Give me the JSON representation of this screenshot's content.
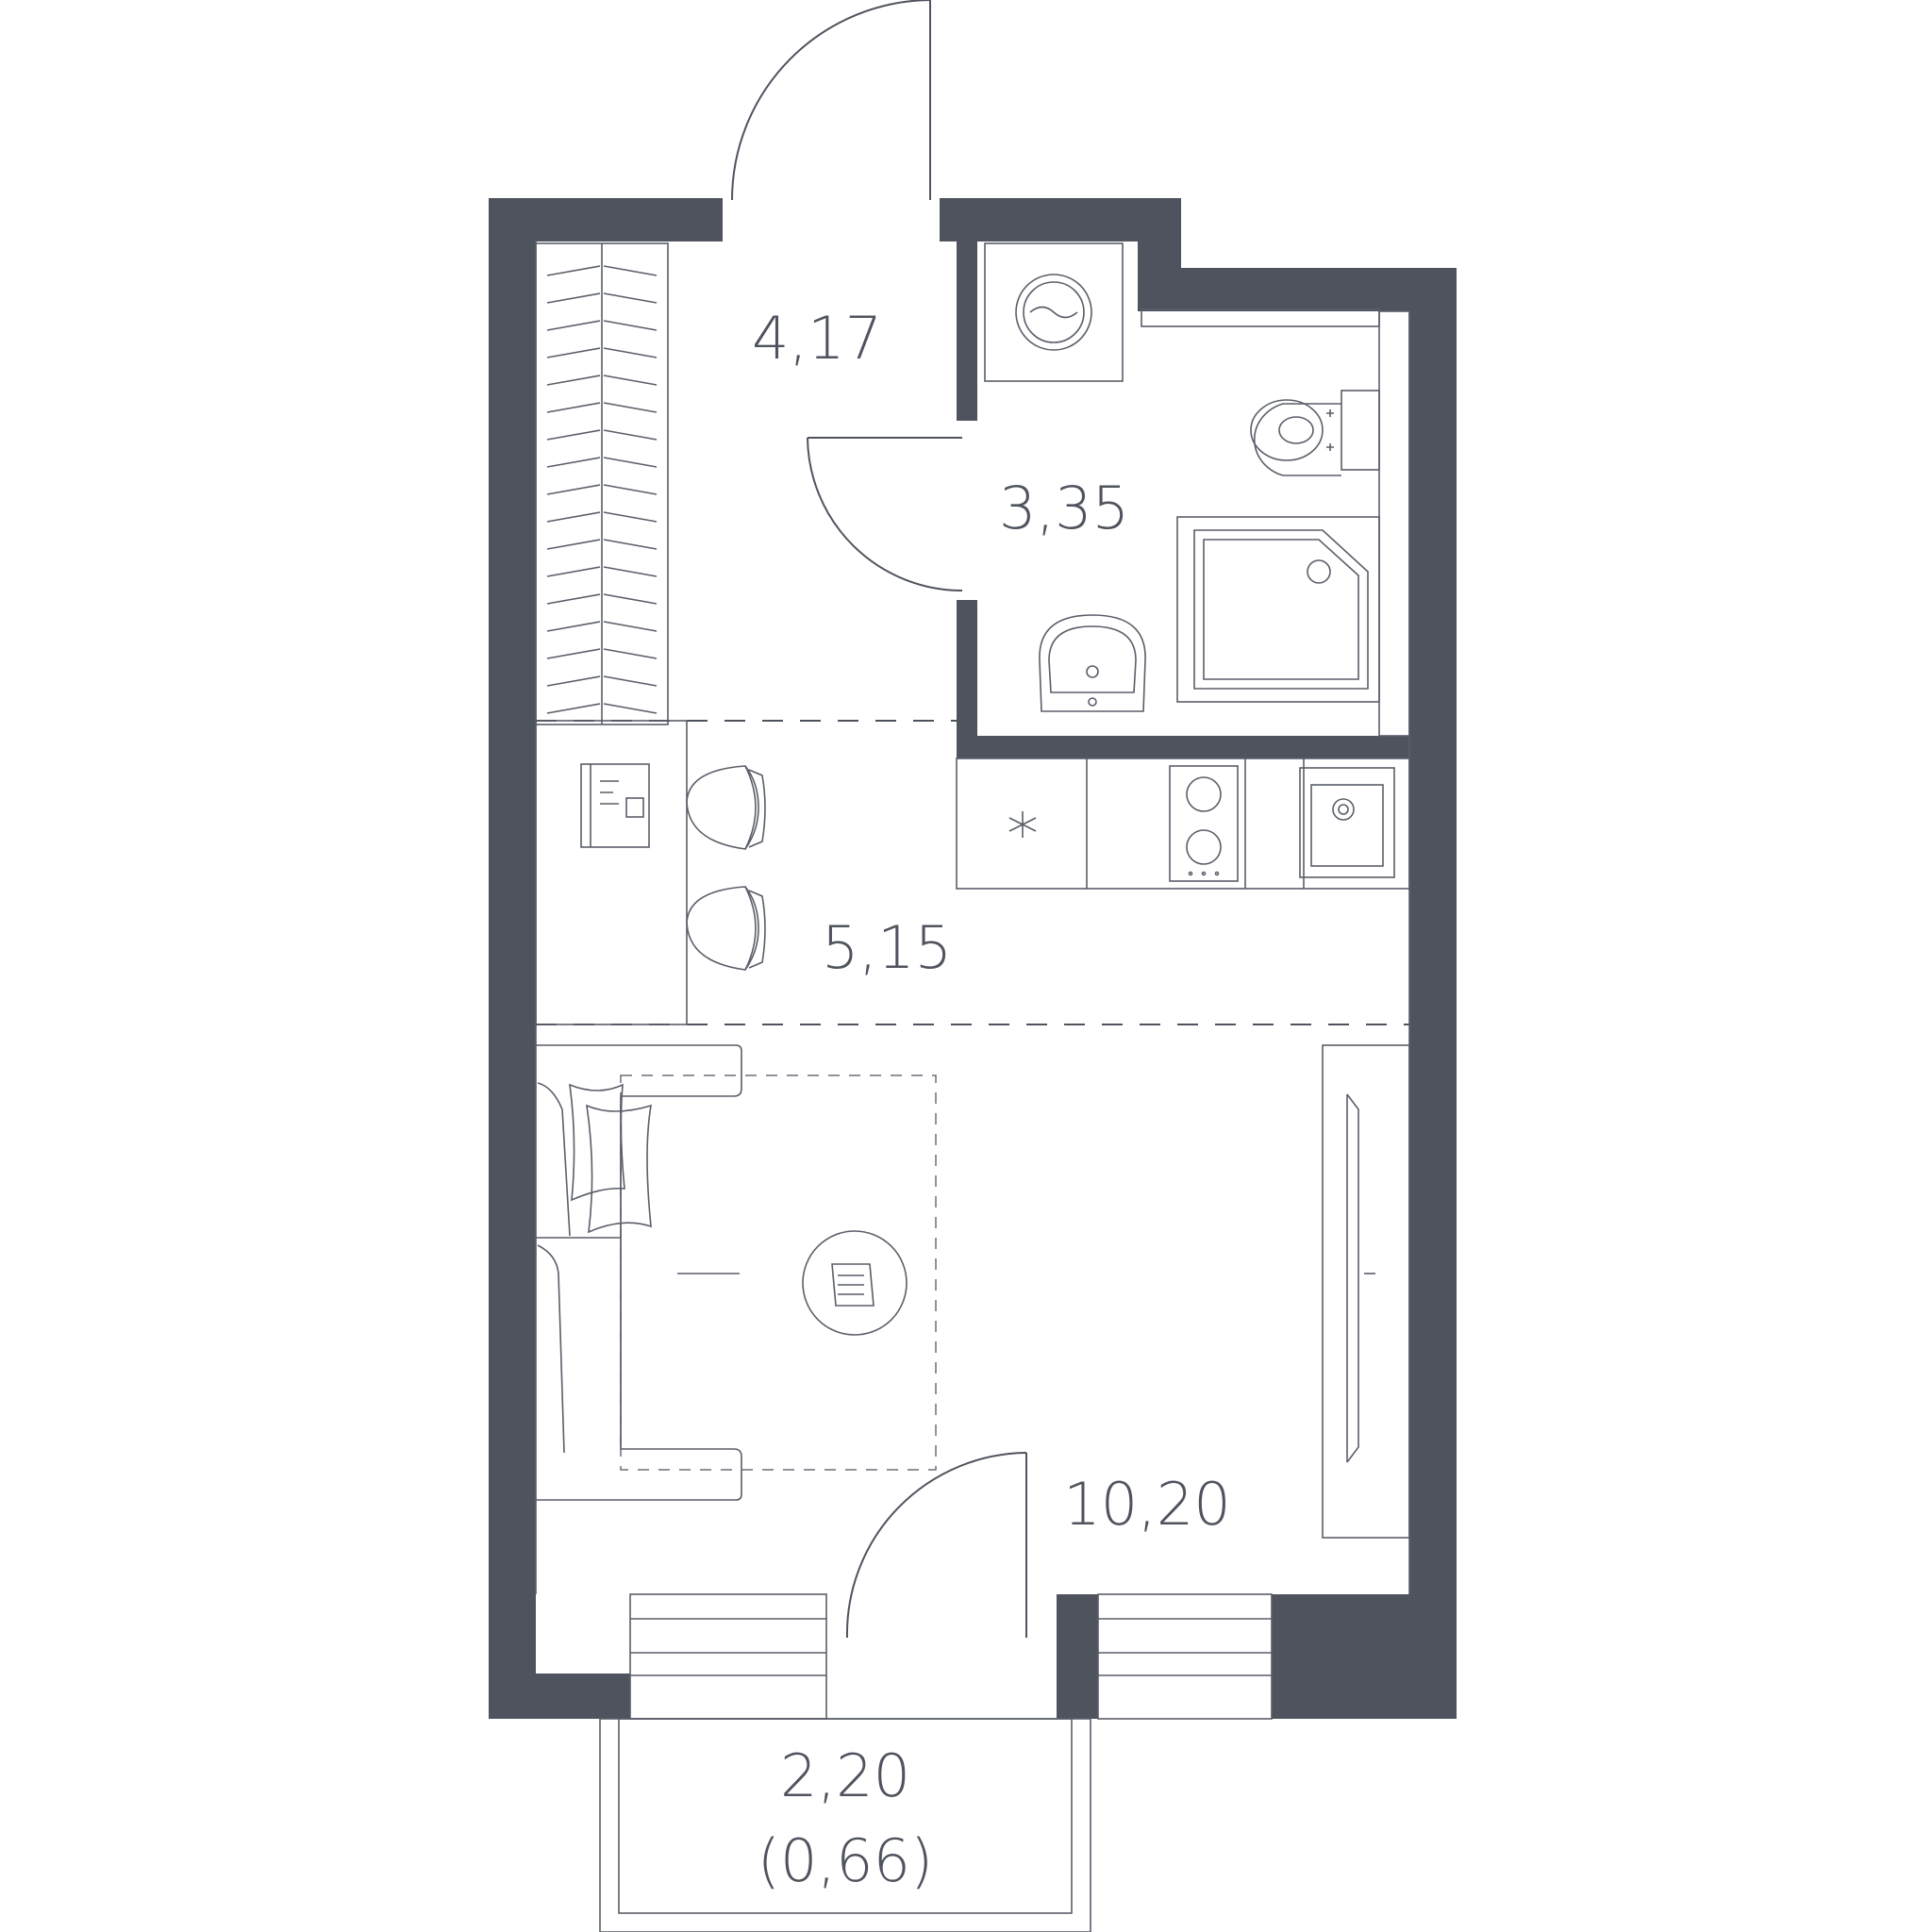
{
  "floor_plan": {
    "rooms": [
      {
        "id": "hall",
        "label": "4,17"
      },
      {
        "id": "bathroom",
        "label": "3,35"
      },
      {
        "id": "kitchen",
        "label": "5,15"
      },
      {
        "id": "living",
        "label": "10,20"
      },
      {
        "id": "balcony",
        "label": "2,20",
        "sublabel": "(0,66)"
      }
    ],
    "colors": {
      "wall": "#4f535e",
      "line": "#4f535e",
      "background": "#ffffff"
    }
  }
}
